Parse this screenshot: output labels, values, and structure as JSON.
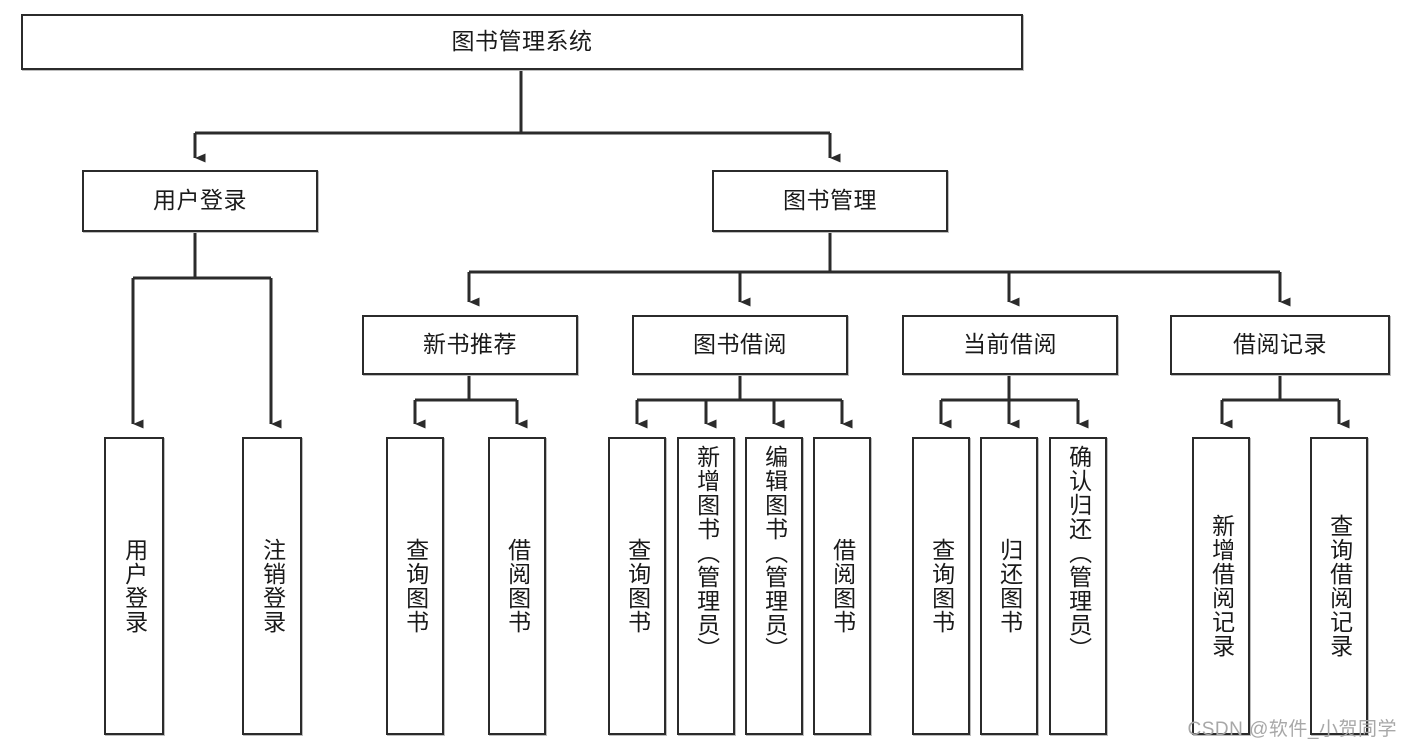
{
  "diagram": {
    "title": "图书管理系统",
    "type": "tree-hierarchy",
    "colors": {
      "node_border": "#2b2b2b",
      "node_fill": "#ffffff",
      "edge": "#2b2b2b",
      "watermark": "#a8a8a8",
      "background": "#ffffff"
    },
    "root": {
      "label": "图书管理系统"
    },
    "level2": [
      {
        "id": "user-login",
        "label": "用户登录"
      },
      {
        "id": "book-management",
        "label": "图书管理"
      }
    ],
    "level3": [
      {
        "id": "new-book-recommend",
        "label": "新书推荐"
      },
      {
        "id": "book-borrow",
        "label": "图书借阅"
      },
      {
        "id": "current-borrow",
        "label": "当前借阅"
      },
      {
        "id": "borrow-record",
        "label": "借阅记录"
      }
    ],
    "leaves": {
      "user_login": [
        {
          "id": "leaf-user-login",
          "label": "用户登录"
        },
        {
          "id": "leaf-logout-login",
          "label": "注销登录"
        }
      ],
      "new_book_recommend": [
        {
          "id": "leaf-query-book-1",
          "label": "查询图书"
        },
        {
          "id": "leaf-borrow-book-1",
          "label": "借阅图书"
        }
      ],
      "book_borrow": [
        {
          "id": "leaf-query-book-2",
          "label": "查询图书"
        },
        {
          "id": "leaf-add-book",
          "label": "新增图书（管理员）"
        },
        {
          "id": "leaf-edit-book",
          "label": "编辑图书（管理员）"
        },
        {
          "id": "leaf-borrow-book-2",
          "label": "借阅图书"
        }
      ],
      "current_borrow": [
        {
          "id": "leaf-query-book-3",
          "label": "查询图书"
        },
        {
          "id": "leaf-return-book",
          "label": "归还图书"
        },
        {
          "id": "leaf-confirm-return",
          "label": "确认归还（管理员）"
        }
      ],
      "borrow_record": [
        {
          "id": "leaf-add-record",
          "label": "新增借阅记录"
        },
        {
          "id": "leaf-query-record",
          "label": "查询借阅记录"
        }
      ]
    }
  },
  "watermark": {
    "text": "CSDN @软件_小贺同学"
  }
}
